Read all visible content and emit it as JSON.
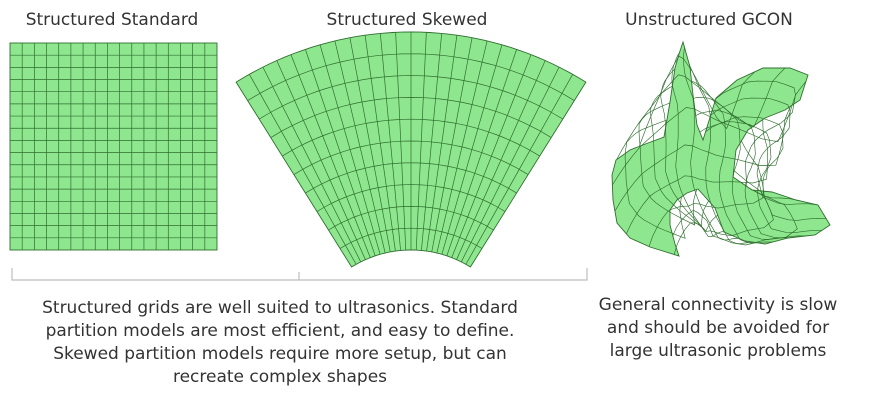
{
  "panels": {
    "standard": {
      "title": "Structured Standard",
      "columns": 17,
      "rows": 17
    },
    "skewed": {
      "title": "Structured Skewed",
      "radial_cells": 10,
      "angular_cells": 24
    },
    "unstructured": {
      "title": "Unstructured GCON"
    }
  },
  "captions": {
    "left_lines": [
      "Structured grids are well suited to ultrasonics. Standard",
      "partition models are most efficient, and easy to define.",
      "Skewed partition models require more setup, but can",
      "recreate complex shapes"
    ],
    "right_lines": [
      "General connectivity is slow",
      "and should be avoided for",
      "large ultrasonic problems"
    ]
  },
  "colors": {
    "mesh_fill": "#8ee68e",
    "mesh_line": "#2f6f2f",
    "bracket": "#bdbdbd",
    "text": "#333333"
  }
}
